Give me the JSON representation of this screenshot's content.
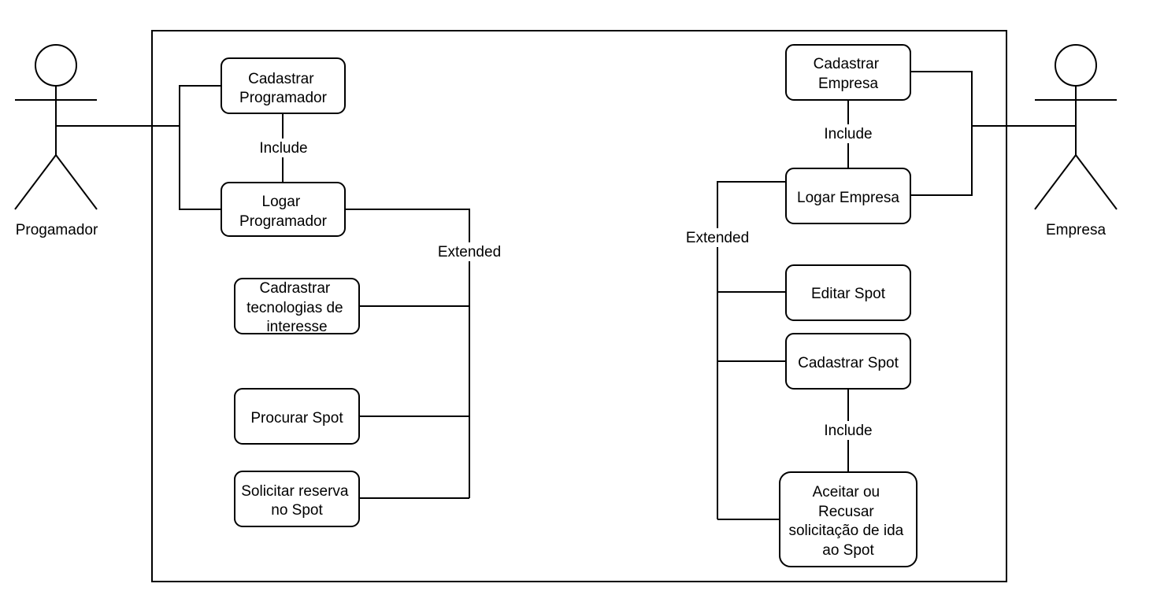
{
  "actors": {
    "left": {
      "name": "Progamador",
      "icon": "stick-figure-icon"
    },
    "right": {
      "name": "Empresa",
      "icon": "stick-figure-icon"
    }
  },
  "use_cases": {
    "cadastrar_programador": [
      "Cadastrar",
      "Programador"
    ],
    "logar_programador": [
      "Logar",
      "Programador"
    ],
    "cadastrar_tecnologias": [
      "Cadrastrar",
      "tecnologias de",
      "interesse"
    ],
    "procurar_spot": [
      "Procurar Spot"
    ],
    "solicitar_reserva": [
      "Solicitar reserva",
      "no Spot"
    ],
    "cadastrar_empresa": [
      "Cadastrar",
      "Empresa"
    ],
    "logar_empresa": [
      "Logar Empresa"
    ],
    "editar_spot": [
      "Editar Spot"
    ],
    "cadastrar_spot": [
      "Cadastrar Spot"
    ],
    "aceitar_recusar": [
      "Aceitar ou",
      "Recusar",
      "solicitação de ida",
      "ao Spot"
    ]
  },
  "relations": {
    "include_programador": "Include",
    "extended_programador": "Extended",
    "include_empresa": "Include",
    "extended_empresa": "Extended",
    "include_spot": "Include"
  },
  "colors": {
    "stroke": "#000000",
    "background": "#ffffff"
  }
}
